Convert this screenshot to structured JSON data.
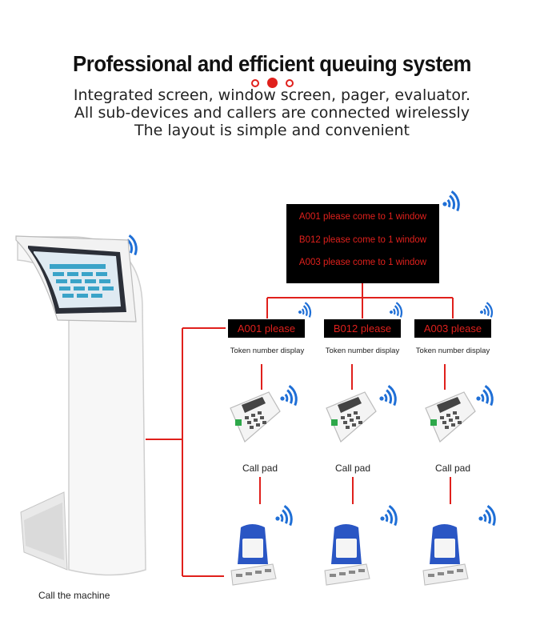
{
  "header": {
    "title": "Professional and efficient queuing system",
    "lines": [
      "Integrated screen, window screen, pager, evaluator.",
      "All sub-devices and callers are connected wirelessly",
      "The layout is simple and convenient"
    ]
  },
  "main_screen": {
    "lines": [
      "A001 please come to 1 window",
      "B012 please come to 1 window",
      "A003 please come to 1 window"
    ]
  },
  "windows": [
    {
      "display": "A001 please",
      "display_caption": "Token number display",
      "pad_caption": "Call pad"
    },
    {
      "display": "B012 please",
      "display_caption": "Token number display",
      "pad_caption": "Call pad"
    },
    {
      "display": "A003 please",
      "display_caption": "Token number display",
      "pad_caption": "Call pad"
    }
  ],
  "kiosk": {
    "caption": "Call the machine"
  },
  "colors": {
    "accent": "#e0201c",
    "wifi": "#1f6fd6",
    "display_bg": "#000000",
    "evaluator": "#2a56c4"
  }
}
